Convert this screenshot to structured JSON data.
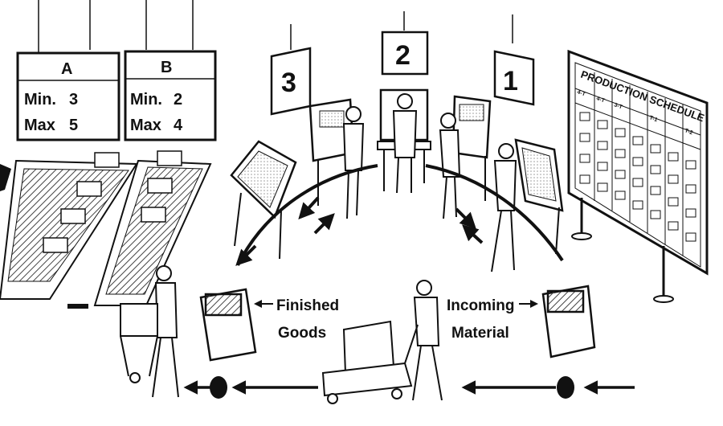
{
  "signs": {
    "a": {
      "title": "A",
      "min_label": "Min.",
      "min_value": "3",
      "max_label": "Max",
      "max_value": "5"
    },
    "b": {
      "title": "B",
      "min_label": "Min.",
      "min_value": "2",
      "max_label": "Max",
      "max_value": "4"
    }
  },
  "stations": [
    {
      "number": "3"
    },
    {
      "number": "2"
    },
    {
      "number": "1"
    }
  ],
  "board": {
    "title": "PRODUCTION SCHEDULE",
    "headers": [
      "4-T",
      "4-T",
      "3-T",
      "T-1",
      "T-2"
    ]
  },
  "labels": {
    "finished_line1": "Finished",
    "finished_line2": "Goods",
    "incoming_line1": "Incoming",
    "incoming_line2": "Material"
  },
  "colors": {
    "ink": "#111111",
    "paper": "#ffffff",
    "hatch": "#555555"
  }
}
